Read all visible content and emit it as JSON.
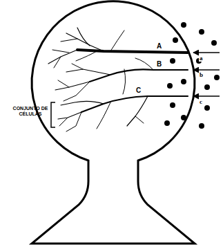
{
  "diagram": {
    "labels": [
      "A",
      "B",
      "C",
      "a",
      "b",
      "c",
      "CONJUNTO DE CÉLULAS"
    ]
  }
}
